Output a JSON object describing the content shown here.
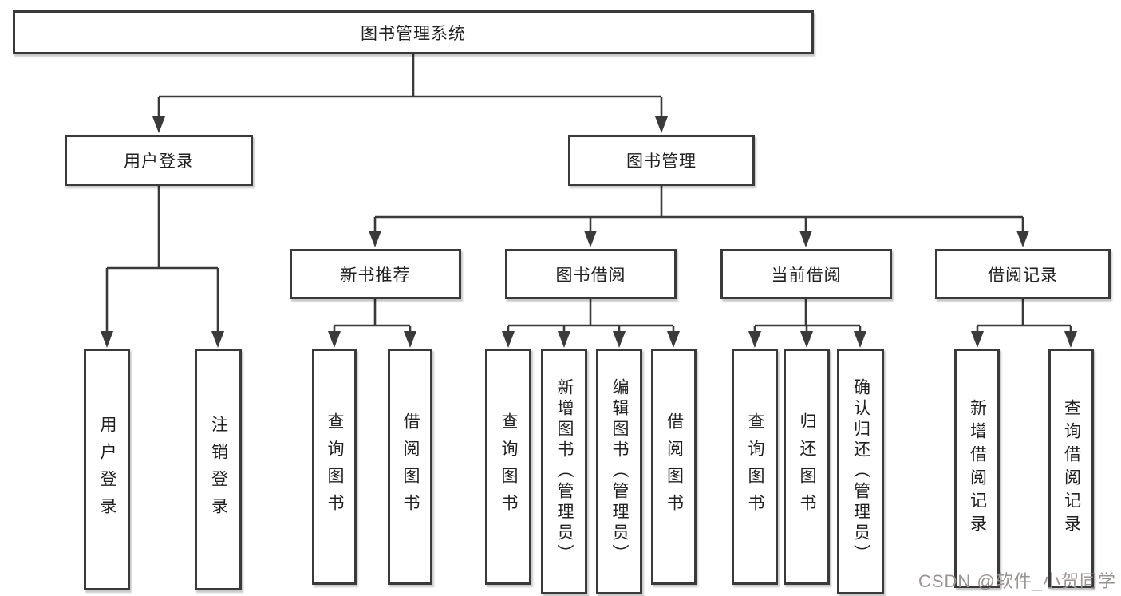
{
  "diagram": {
    "tree": {
      "label": "图书管理系统",
      "children": [
        {
          "label": "用户登录",
          "children": [
            {
              "label": "用户登录"
            },
            {
              "label": "注销登录"
            }
          ]
        },
        {
          "label": "图书管理",
          "children": [
            {
              "label": "新书推荐",
              "children": [
                {
                  "label": "查询图书"
                },
                {
                  "label": "借阅图书"
                }
              ]
            },
            {
              "label": "图书借阅",
              "children": [
                {
                  "label": "查询图书"
                },
                {
                  "label": "新增图书（管理员）"
                },
                {
                  "label": "编辑图书（管理员）"
                },
                {
                  "label": "借阅图书"
                }
              ]
            },
            {
              "label": "当前借阅",
              "children": [
                {
                  "label": "查询图书"
                },
                {
                  "label": "归还图书"
                },
                {
                  "label": "确认归还（管理员）"
                }
              ]
            },
            {
              "label": "借阅记录",
              "children": [
                {
                  "label": "新增借阅记录"
                },
                {
                  "label": "查询借阅记录"
                }
              ]
            }
          ]
        }
      ]
    }
  },
  "watermark": {
    "text": "CSDN @软件_小贺同学"
  },
  "colors": {
    "line": "#3a3a3a",
    "box_border": "#3a3a3a",
    "text": "#212121",
    "watermark": "#9b9292",
    "background": "#ffffff"
  }
}
